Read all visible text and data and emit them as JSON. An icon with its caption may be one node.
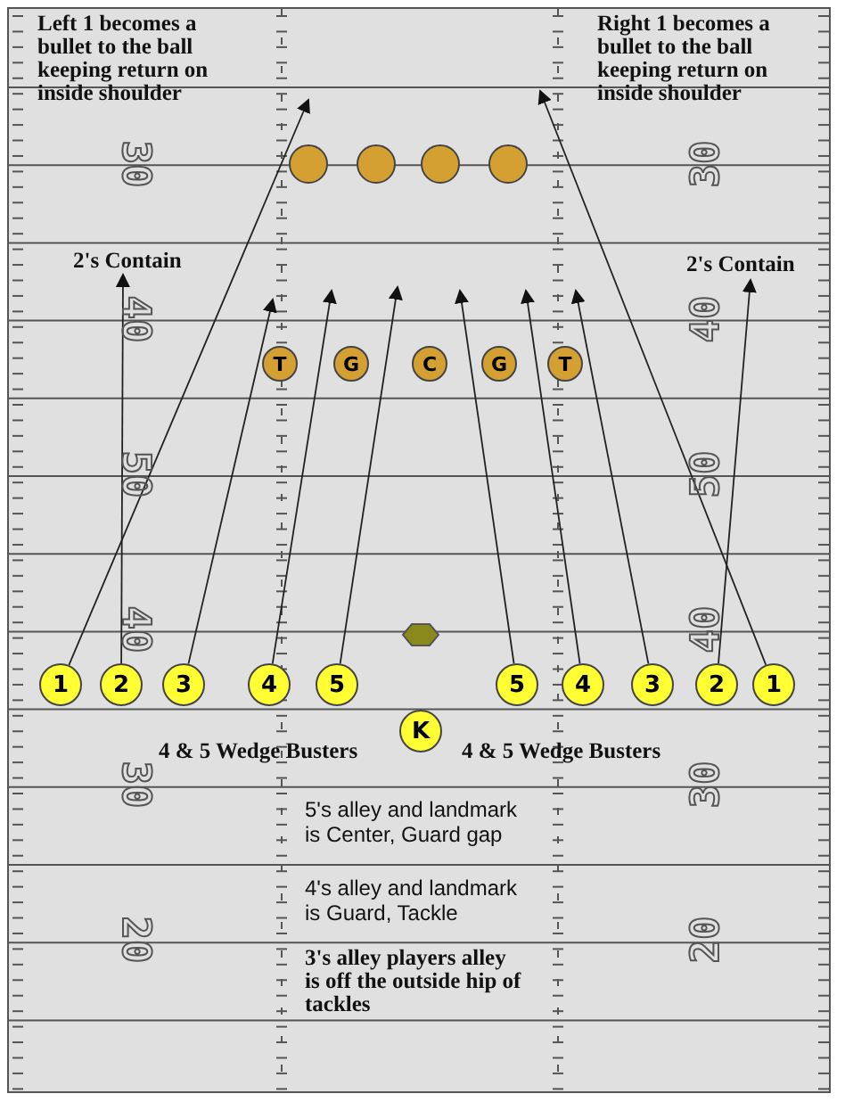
{
  "diagram": {
    "nodes": [
      {
        "text": [],
        "shape": "circle"
      },
      {
        "text": [],
        "shape": "circle"
      },
      {
        "text": [],
        "shape": "circle"
      },
      {
        "text": [],
        "shape": "circle"
      },
      {
        "text": [
          "T"
        ]
      },
      {
        "text": [
          "G"
        ]
      },
      {
        "text": [
          "C"
        ]
      },
      {
        "text": [
          "G"
        ]
      },
      {
        "text": [
          "T"
        ]
      },
      {
        "text": [
          "1"
        ]
      },
      {
        "text": [
          "2"
        ]
      },
      {
        "text": [
          "3"
        ]
      },
      {
        "text": [
          "4"
        ]
      },
      {
        "text": [
          "5"
        ]
      },
      {
        "text": [
          "5"
        ]
      },
      {
        "text": [
          "4"
        ]
      },
      {
        "text": [
          "3"
        ]
      },
      {
        "text": [
          "2"
        ]
      },
      {
        "text": [
          "1"
        ]
      },
      {
        "text": [
          "K"
        ]
      },
      {
        "text": [
          "2's Contain"
        ]
      },
      {
        "text": [
          "2's Contain"
        ]
      }
    ],
    "edges": [
      {
        "from": 9,
        "to": null,
        "arrow": "to"
      },
      {
        "from": 10,
        "to": 20,
        "arrow": "to"
      },
      {
        "from": 11,
        "to": null,
        "arrow": "to"
      },
      {
        "from": 12,
        "to": null,
        "arrow": "to"
      },
      {
        "from": 13,
        "to": null,
        "arrow": "to"
      },
      {
        "from": 14,
        "to": null,
        "arrow": "to"
      },
      {
        "from": 15,
        "to": null,
        "arrow": "to"
      },
      {
        "from": 16,
        "to": null,
        "arrow": "to"
      },
      {
        "from": 17,
        "to": 21,
        "arrow": "to"
      },
      {
        "from": 18,
        "to": null,
        "arrow": "to"
      }
    ],
    "labels": [
      "Left 1 becomes a bullet to the ball keeping return on inside shoulder",
      "Right 1 becomes a bullet to the ball keeping return on inside shoulder",
      "30",
      "30",
      "40",
      "40",
      "50",
      "50",
      "40",
      "40",
      "4 & 5 Wedge Busters",
      "4 & 5 Wedge Busters",
      "30",
      "30",
      "5's alley and landmark is Center, Guard gap",
      "4's alley and landmark is Guard, Tackle",
      "20",
      "20",
      "3's alley players alley is off the outside hip of tackles"
    ]
  }
}
